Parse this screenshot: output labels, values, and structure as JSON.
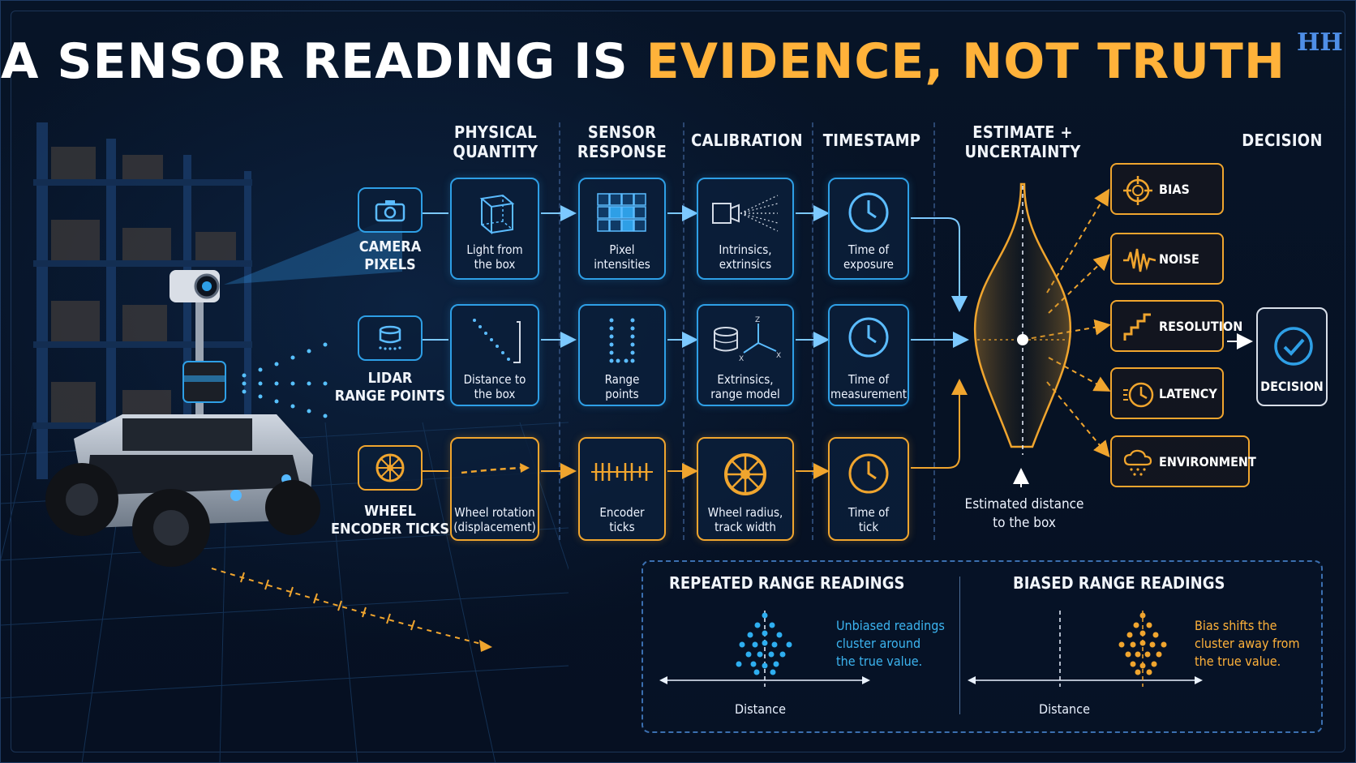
{
  "title": {
    "part1": "A SENSOR READING IS",
    "part2": "EVIDENCE, NOT TRUTH"
  },
  "logo": "HH",
  "columns": {
    "physical": [
      "PHYSICAL",
      "QUANTITY"
    ],
    "response": [
      "SENSOR",
      "RESPONSE"
    ],
    "calibration": "CALIBRATION",
    "timestamp": "TIMESTAMP",
    "estimate": [
      "ESTIMATE +",
      "UNCERTAINTY"
    ],
    "decision": "DECISION"
  },
  "rows": [
    {
      "source": [
        "CAMERA",
        "PIXELS"
      ],
      "physical": [
        "Light from",
        "the box"
      ],
      "response": [
        "Pixel",
        "intensities"
      ],
      "calibration": [
        "Intrinsics,",
        "extrinsics"
      ],
      "timestamp": [
        "Time of",
        "exposure"
      ]
    },
    {
      "source": [
        "LIDAR",
        "RANGE POINTS"
      ],
      "physical": [
        "Distance to",
        "the box"
      ],
      "response": [
        "Range",
        "points"
      ],
      "calibration": [
        "Extrinsics,",
        "range model"
      ],
      "timestamp": [
        "Time of",
        "measurement"
      ]
    },
    {
      "source": [
        "WHEEL",
        "ENCODER TICKS"
      ],
      "physical": [
        "Wheel rotation",
        "(displacement)"
      ],
      "response": [
        "Encoder",
        "ticks"
      ],
      "calibration": [
        "Wheel radius,",
        "track width"
      ],
      "timestamp": [
        "Time of",
        "tick"
      ]
    }
  ],
  "estimate_caption": [
    "Estimated distance",
    "to the box"
  ],
  "errors": [
    "BIAS",
    "NOISE",
    "RESOLUTION",
    "LATENCY",
    "ENVIRONMENT"
  ],
  "decision_label": "DECISION",
  "panel": {
    "left": {
      "heading": "REPEATED RANGE READINGS",
      "note": [
        "Unbiased readings",
        "cluster around",
        "the true value."
      ],
      "axis": "Distance"
    },
    "right": {
      "heading": "BIASED RANGE READINGS",
      "note": [
        "Bias shifts the",
        "cluster away from",
        "the true value."
      ],
      "axis": "Distance"
    }
  },
  "colors": {
    "blue": "#2e9fe6",
    "orange": "#f0a52e",
    "cyan_text": "#3cb4f0",
    "orange_text": "#ffb23a"
  }
}
